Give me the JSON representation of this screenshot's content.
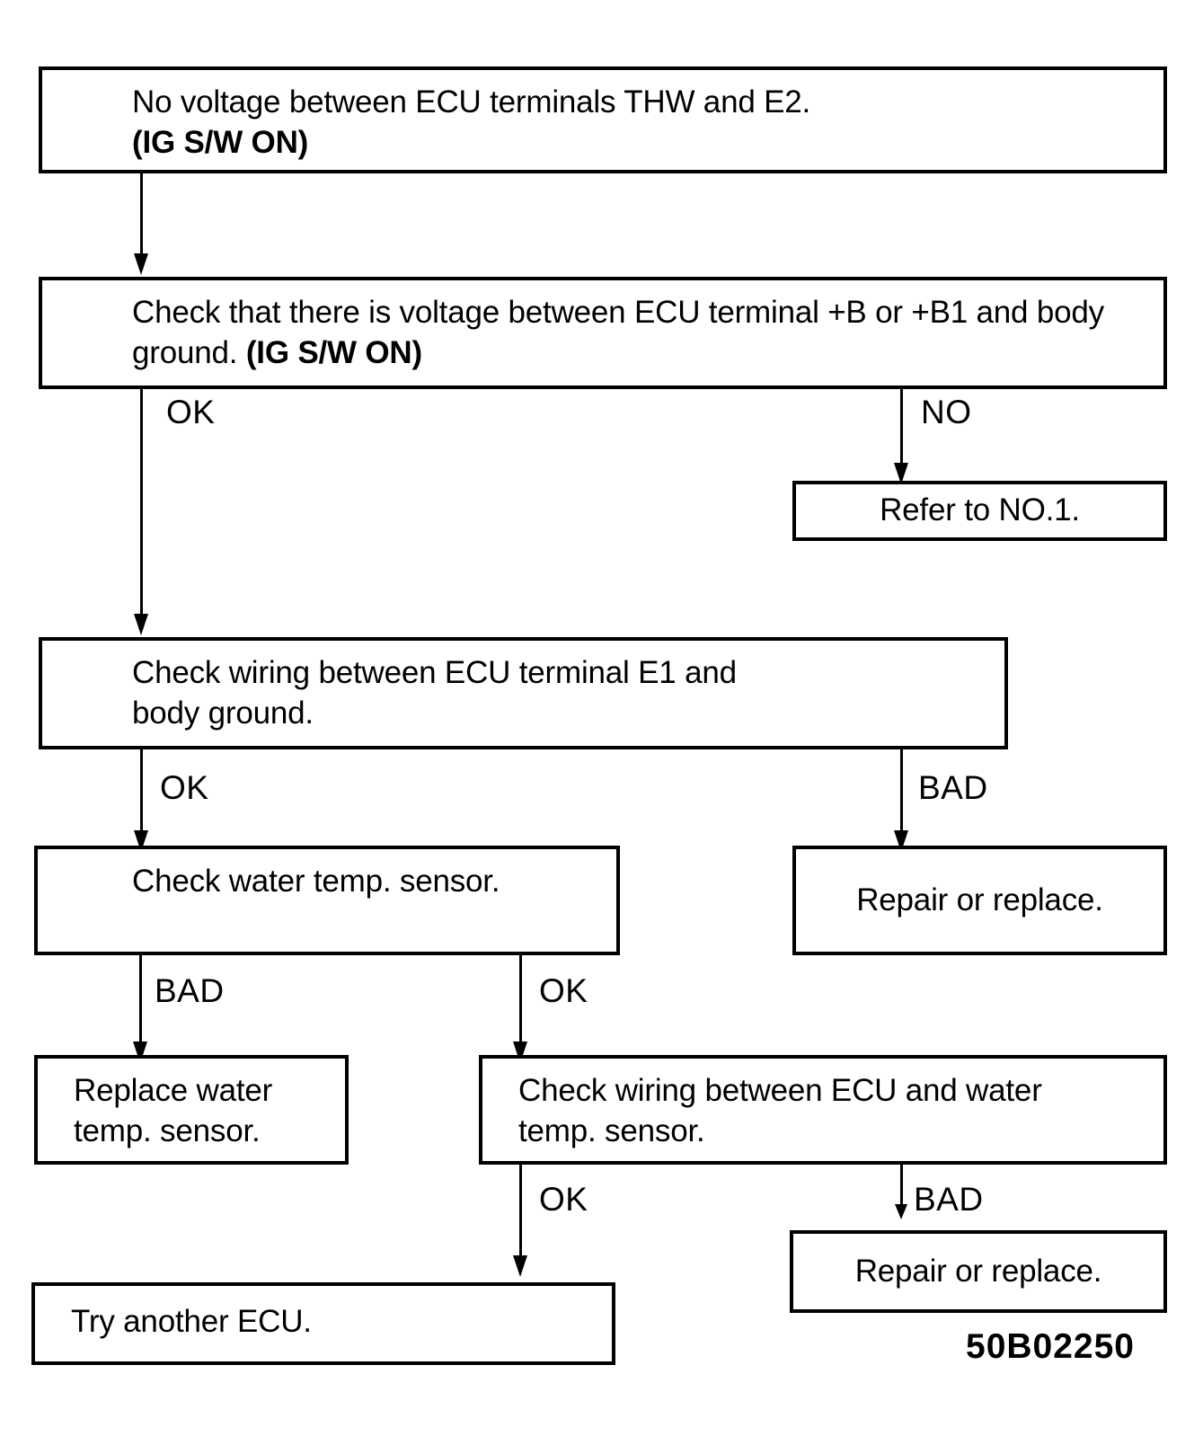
{
  "diagram": {
    "figure_code": "50B02250",
    "nodes": [
      {
        "id": "n1",
        "text_plain": "No voltage between ECU terminals THW and E2.",
        "text_bold": "(IG S/W ON)",
        "align": "left"
      },
      {
        "id": "n2",
        "text_plain": "Check that there is voltage between ECU terminal +B or +B1 and body ground. ",
        "text_bold": "(IG S/W ON)",
        "align": "left"
      },
      {
        "id": "n3",
        "text_plain": "Check wiring between ECU terminal E1 and\nbody ground.",
        "align": "left"
      },
      {
        "id": "n4",
        "text_plain": "Refer to NO.1.",
        "align": "center"
      },
      {
        "id": "n5",
        "text_plain": "Check water temp. sensor.",
        "align": "left"
      },
      {
        "id": "n6",
        "text_plain": "Repair or replace.",
        "align": "center"
      },
      {
        "id": "n7",
        "text_plain": "Replace water\ntemp. sensor.",
        "align": "left"
      },
      {
        "id": "n8",
        "text_plain": "Check wiring between ECU and water\ntemp. sensor.",
        "align": "left"
      },
      {
        "id": "n9",
        "text_plain": "Repair or replace.",
        "align": "center"
      },
      {
        "id": "n10",
        "text_plain": "Try another ECU.",
        "align": "left"
      }
    ],
    "edge_labels": {
      "e1_ok": "OK",
      "e1_no": "NO",
      "e2_ok": "OK",
      "e2_bad": "BAD",
      "e3_bad": "BAD",
      "e3_ok": "OK",
      "e4_ok": "OK",
      "e4_bad": "BAD"
    },
    "colors": {
      "line": "#000000",
      "background": "#ffffff",
      "text": "#000000"
    }
  }
}
